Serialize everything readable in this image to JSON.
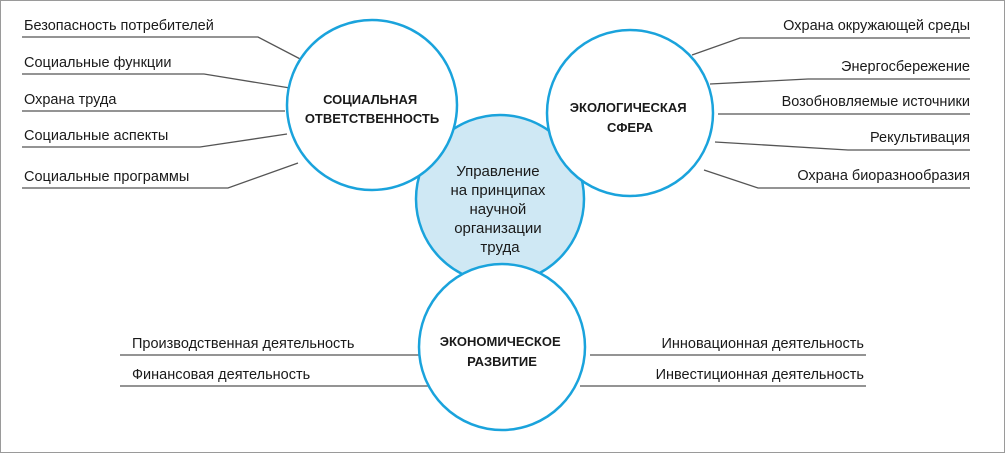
{
  "colors": {
    "circle_stroke": "#1aa3dc",
    "center_fill": "#cfe8f4",
    "line": "#555555",
    "text": "#1a1a1a"
  },
  "center": {
    "lines": [
      "Управление",
      "на принципах",
      "научной",
      "организации",
      "труда"
    ]
  },
  "social": {
    "title_lines": [
      "СОЦИАЛЬНАЯ",
      "ОТВЕТСТВЕННОСТЬ"
    ],
    "items": [
      "Безопасность потребителей",
      "Социальные функции",
      "Охрана труда",
      "Социальные аспекты",
      "Социальные программы"
    ]
  },
  "ecology": {
    "title_lines": [
      "ЭКОЛОГИЧЕСКАЯ",
      "СФЕРА"
    ],
    "items": [
      "Охрана окружающей среды",
      "Энергосбережение",
      "Возобновляемые источники",
      "Рекультивация",
      "Охрана биоразнообразия"
    ]
  },
  "economy": {
    "title_lines": [
      "ЭКОНОМИЧЕСКОЕ",
      "РАЗВИТИЕ"
    ],
    "left_items": [
      "Производственная деятельность",
      "Финансовая деятельность"
    ],
    "right_items": [
      "Инновационная деятельность",
      "Инвестиционная деятельность"
    ]
  }
}
